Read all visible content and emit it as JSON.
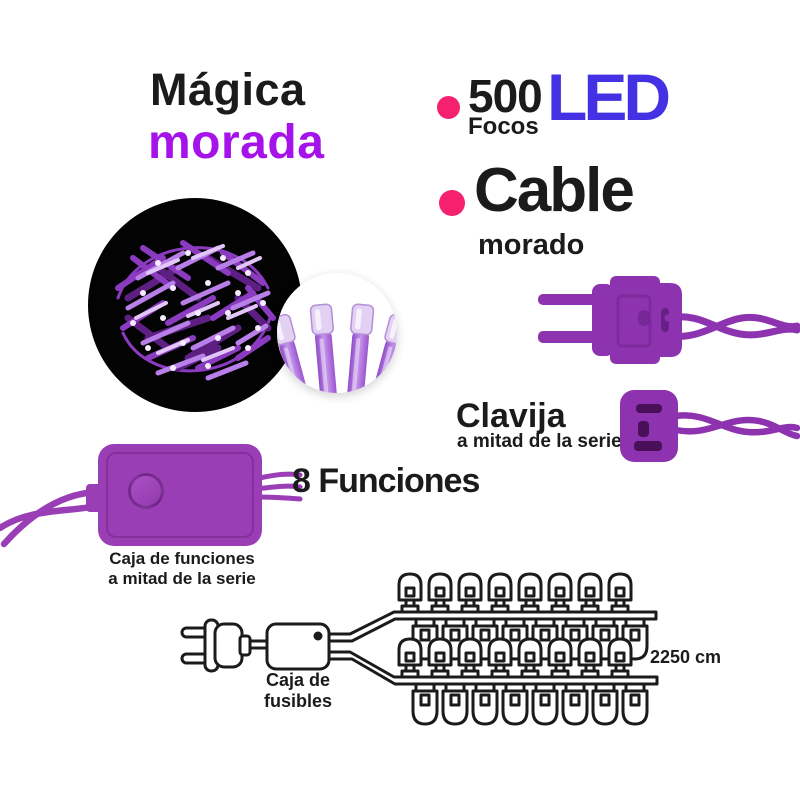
{
  "title": {
    "line1": "Mágica",
    "line2": "morada"
  },
  "features": {
    "led": {
      "count": "500",
      "unit": "Focos",
      "type": "LED"
    },
    "cable": {
      "name": "Cable",
      "color_word": "morado"
    }
  },
  "clavija": {
    "title": "Clavija",
    "subtitle": "a mitad de la serie"
  },
  "functions": {
    "label": "8 Funciones",
    "caption_line1": "Caja de funciones",
    "caption_line2": "a mitad de la serie"
  },
  "diagram": {
    "fusebox_line1": "Caja de",
    "fusebox_line2": "fusibles",
    "length": "2250 cm"
  },
  "colors": {
    "accent_purple": "#A613EA",
    "led_blue": "#4431E3",
    "bullet_pink": "#F5216E",
    "product_purple": "#9A3EB5",
    "plug_purple": "#8E33B0",
    "ink": "#1B1B1B"
  },
  "icons": {
    "bullets": "pink-dot",
    "photos": [
      "led-string-bundle-photo",
      "led-bulbs-closeup-photo"
    ],
    "illustrations": [
      "power-plug",
      "mid-series-connector",
      "function-box",
      "wiring-diagram"
    ]
  }
}
